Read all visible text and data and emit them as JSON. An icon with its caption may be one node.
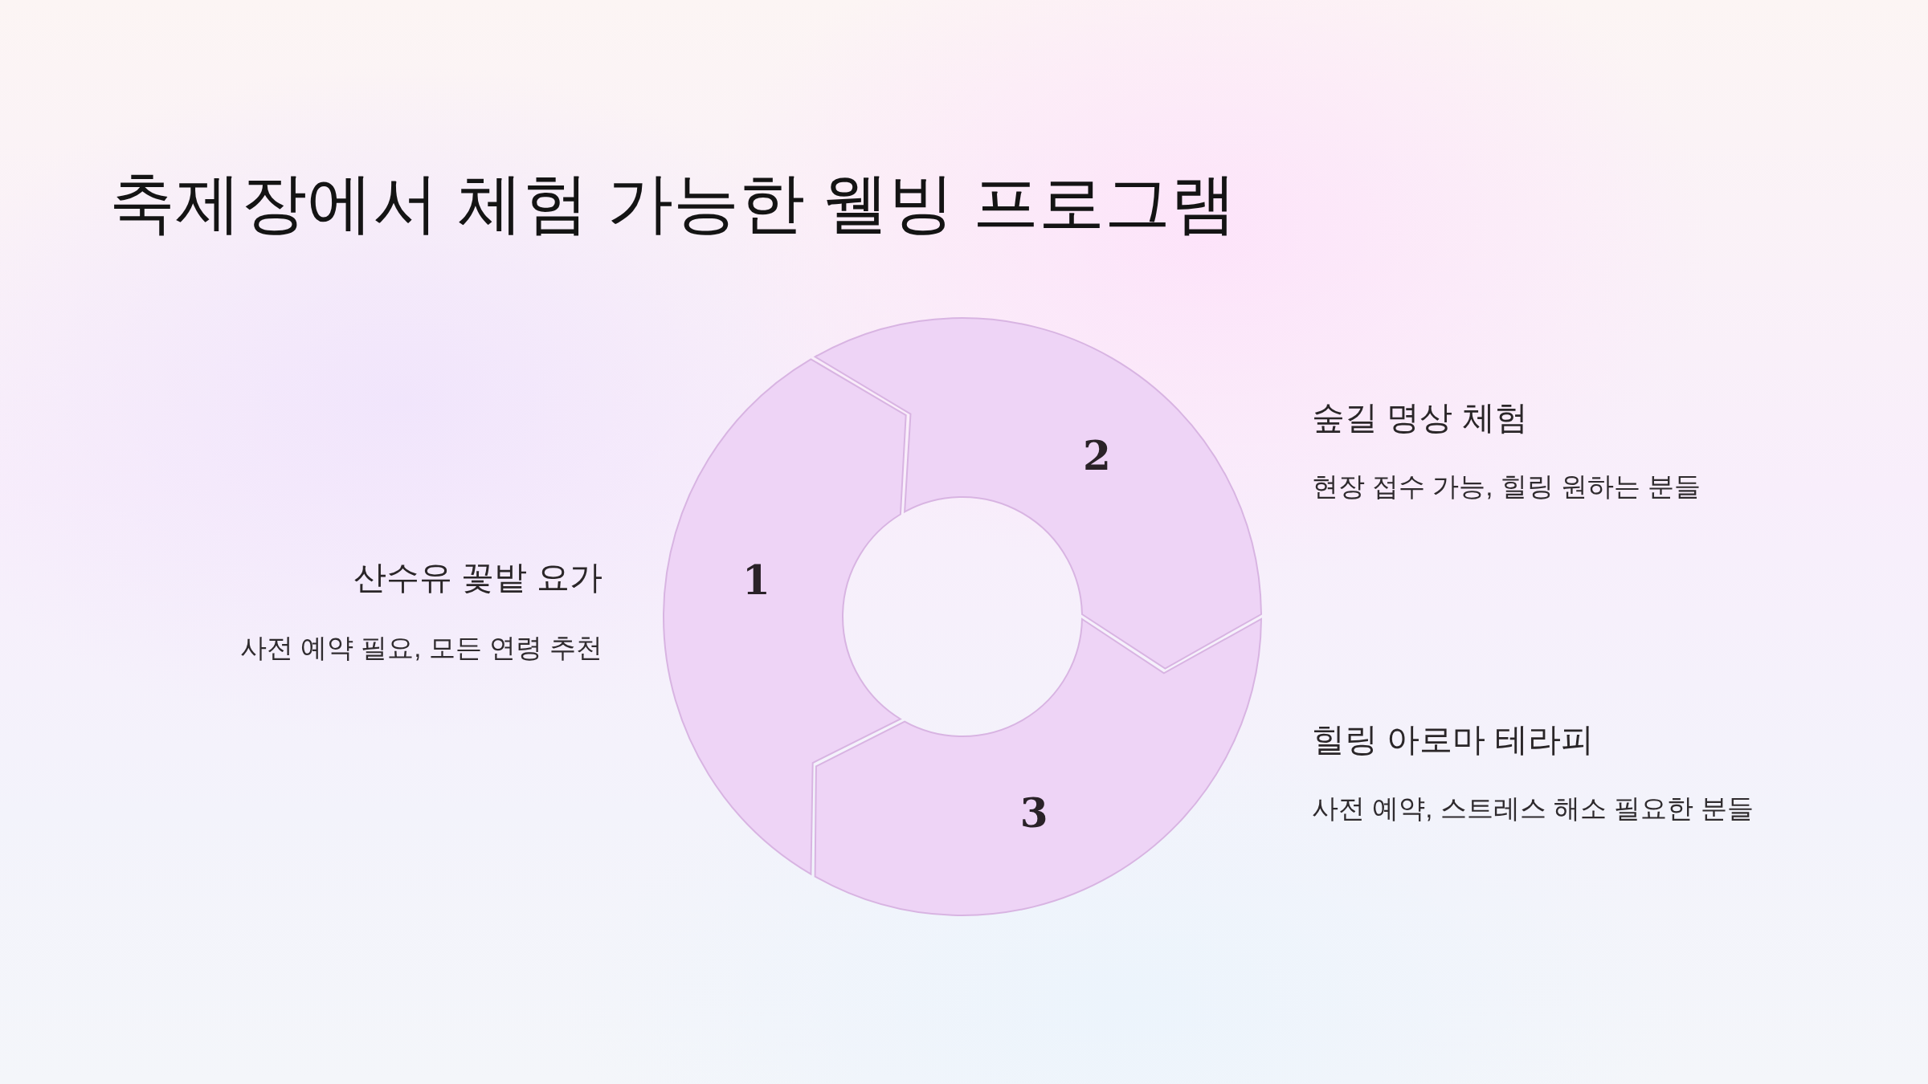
{
  "diagram": {
    "title": "축제장에서 체험 가능한 웰빙 프로그램",
    "nodes": [
      {
        "text": [
          "1"
        ],
        "beside": [
          "산수유 꽃밭 요가",
          "사전 예약 필요, 모든 연령 추천"
        ]
      },
      {
        "text": [
          "2"
        ],
        "beside": [
          "숲길 명상 체험",
          "현장 접수 가능, 힐링 원하는 분들"
        ]
      },
      {
        "text": [
          "3"
        ],
        "beside": [
          "힐링 아로마 테라피",
          "사전 예약, 스트레스 해소 필요한 분들"
        ]
      }
    ]
  }
}
